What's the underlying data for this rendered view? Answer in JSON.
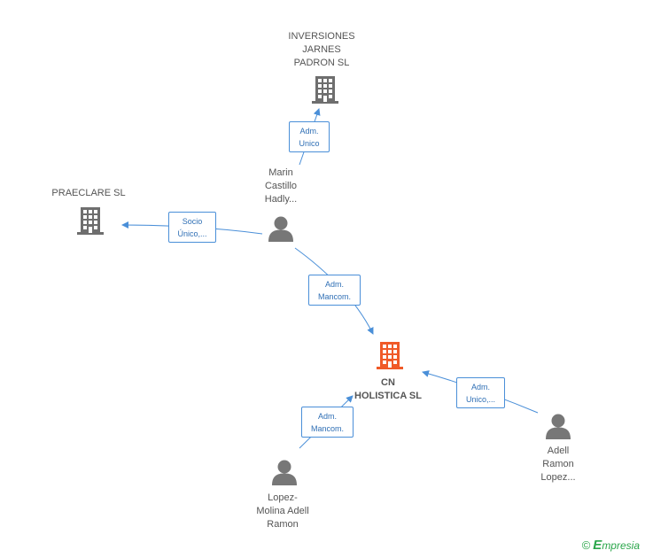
{
  "nodes": {
    "main": {
      "lines": [
        "CN",
        "HOLISTICA SL"
      ]
    },
    "inversiones": {
      "lines": [
        "INVERSIONES",
        "JARNES",
        "PADRON SL"
      ]
    },
    "praeclare": {
      "lines": [
        "PRAECLARE SL"
      ]
    },
    "marin": {
      "lines": [
        "Marin",
        "Castillo",
        "Hadly..."
      ]
    },
    "adell": {
      "lines": [
        "Adell",
        "Ramon",
        "Lopez..."
      ]
    },
    "lopez": {
      "lines": [
        "Lopez-",
        "Molina Adell",
        "Ramon"
      ]
    }
  },
  "edges": {
    "marin_inversiones": {
      "lines": [
        "Adm.",
        "Unico"
      ]
    },
    "marin_praeclare": {
      "lines": [
        "Socio",
        "Único,..."
      ]
    },
    "marin_main": {
      "lines": [
        "Adm.",
        "Mancom."
      ]
    },
    "lopez_main": {
      "lines": [
        "Adm.",
        "Mancom."
      ]
    },
    "adell_main": {
      "lines": [
        "Adm.",
        "Unico,..."
      ]
    }
  },
  "colors": {
    "company": "#6e6e6e",
    "main_company": "#f05a28",
    "person": "#777777",
    "edge": "#4a8fd8",
    "brand": "#2aa64a"
  },
  "footer": {
    "copyright_symbol": "©",
    "brand_initial": "E",
    "brand_rest": "mpresia"
  }
}
